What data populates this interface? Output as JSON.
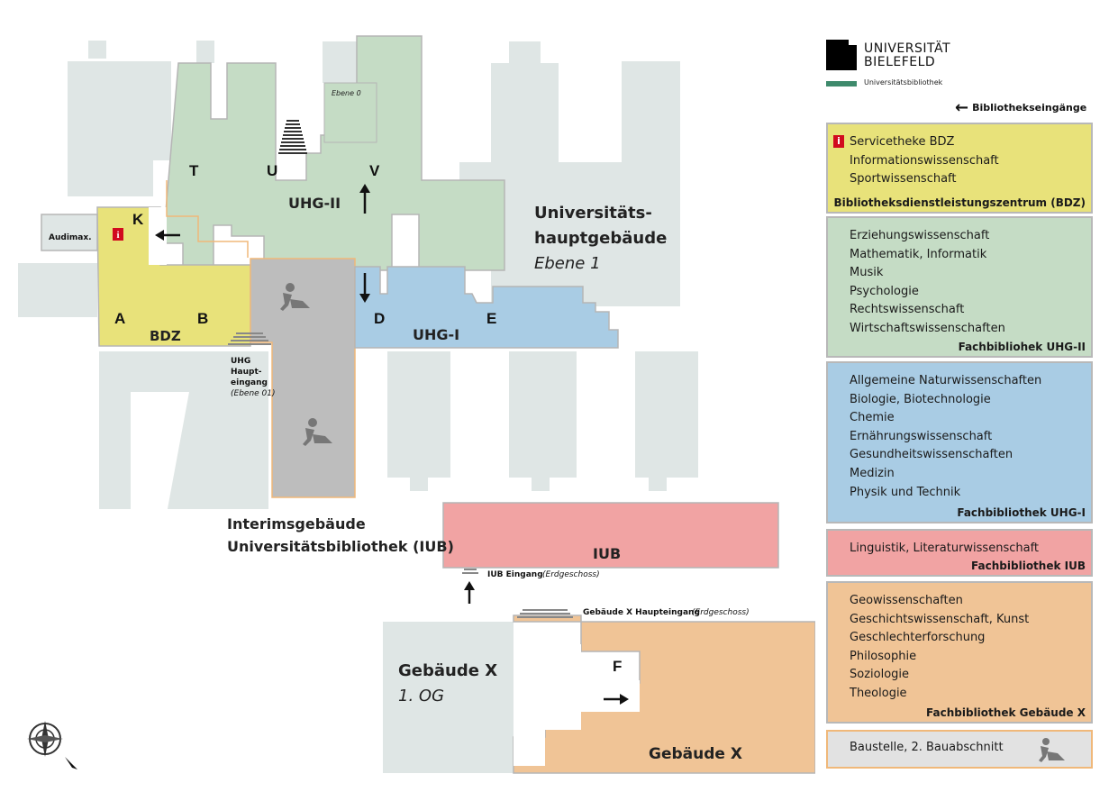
{
  "map_labels": {
    "T": "T",
    "U": "U",
    "V": "V",
    "K": "K",
    "A": "A",
    "B": "B",
    "D": "D",
    "E": "E",
    "F": "F",
    "uhg2": "UHG-II",
    "uhg1": "UHG-I",
    "bdz": "BDZ",
    "iub": "IUB",
    "ebene0": "Ebene 0",
    "audimax": "Audimax.",
    "uni_main_1": "Universitäts-",
    "uni_main_2": "hauptgebäude",
    "uni_main_floor": "Ebene 1",
    "interim_1": "Interimsgebäude",
    "interim_2": "Universitätsbibliothek (IUB)",
    "uhg_entr_1": "UHG",
    "uhg_entr_2": "Haupt-",
    "uhg_entr_3": "eingang",
    "uhg_entr_floor": "(Ebene 01)",
    "iub_entr": "IUB Eingang",
    "iub_entr_floor": "(Erdgeschoss)",
    "gx_entr": "Gebäude X Haupteingang",
    "gx_entr_floor": "(Erdgeschoss)",
    "gx_title": "Gebäude X",
    "gx_floor": "1. OG",
    "gx_label": "Gebäude X"
  },
  "logo": {
    "name": "UNIVERSITÄT\nBIELEFELD",
    "sub": "Universitätsbibliothek"
  },
  "entrances_legend": "Bibliothekseingänge",
  "legend": [
    {
      "color": "#e8e27a",
      "info": true,
      "items": [
        "Servicetheke BDZ",
        "Informationswissenschaft",
        "Sportwissenschaft"
      ],
      "title": "Bibliotheksdienstleistungszentrum (BDZ)"
    },
    {
      "color": "#c5dcc5",
      "items": [
        "Erziehungswissenschaft",
        "Mathematik, Informatik",
        "Musik",
        "Psychologie",
        "Rechtswissenschaft",
        "Wirtschaftswissenschaften"
      ],
      "title": "Fachbibliohek UHG-II"
    },
    {
      "color": "#a9cce4",
      "items": [
        "Allgemeine Naturwissenschaften",
        "Biologie, Biotechnologie",
        "Chemie",
        "Ernährungswissenschaft",
        "Gesundheitswissenschaften",
        "Medizin",
        "Physik und Technik"
      ],
      "title": "Fachbibliothek UHG-I"
    },
    {
      "color": "#f1a3a3",
      "items": [
        "Linguistik, Literaturwissenschaft"
      ],
      "title": "Fachbibliothek IUB"
    },
    {
      "color": "#f0c496",
      "items": [
        "Geowissenschaften",
        "Geschichtswissenschaft, Kunst",
        "Geschlechterforschung",
        "Philosophie",
        "Soziologie",
        "Theologie"
      ],
      "title": "Fachbibliothek Gebäude X"
    }
  ],
  "construction": "Baustelle, 2. Bauabschnitt",
  "colors": {
    "bdz": "#e8e27a",
    "uhg2": "#c5dcc5",
    "uhg1": "#a9cce4",
    "iub": "#f1a3a3",
    "gx": "#f0c496",
    "building": "#dfe6e5",
    "construction": "#bdbdbd"
  }
}
